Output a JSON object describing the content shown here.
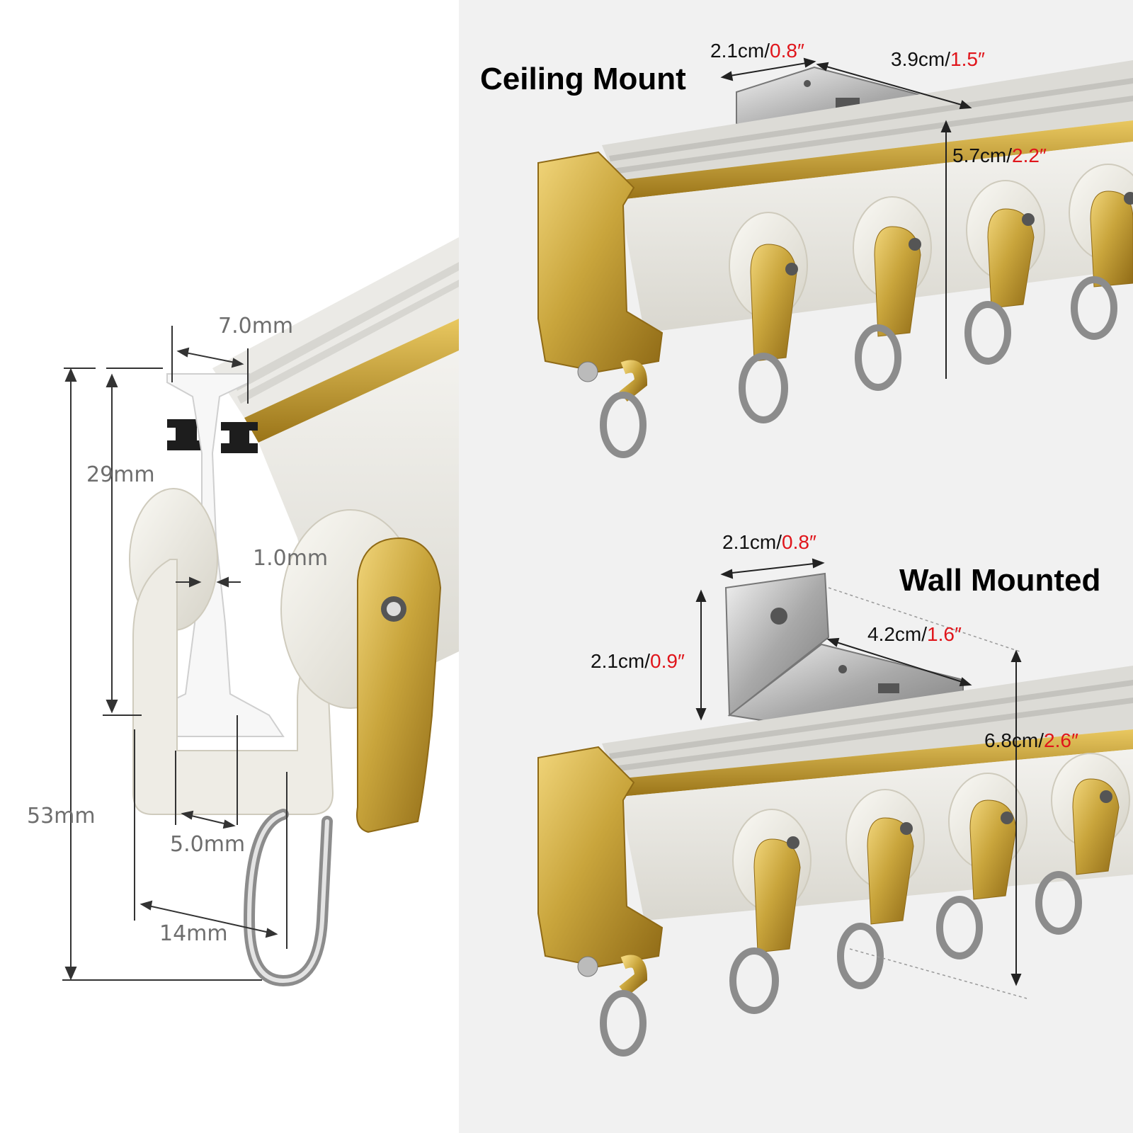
{
  "colors": {
    "background": "#ffffff",
    "panel_right": "#f1f1f1",
    "rail_white": "#e6e4dd",
    "gold": "#c9a53c",
    "gold_dark": "#a98325",
    "steel": "#b8b8b8",
    "dimension_text_left": "#6e6e6e",
    "dimension_text_right": "#111111",
    "inch_value": "#e0151b"
  },
  "profile_dimensions": {
    "top_width": "7.0mm",
    "slot_height": "29mm",
    "web_thickness": "1.0mm",
    "total_height": "53mm",
    "base_lip": "5.0mm",
    "base_width": "14mm"
  },
  "ceiling_mount": {
    "heading": "Ceiling Mount",
    "bracket_width": {
      "cm": "2.1cm/",
      "in": "0.8″"
    },
    "bracket_length": {
      "cm": "3.9cm/",
      "in": "1.5″"
    },
    "total_height": {
      "cm": "5.7cm/",
      "in": "2.2″"
    }
  },
  "wall_mount": {
    "heading": "Wall Mounted",
    "bracket_width": {
      "cm": "2.1cm/",
      "in": "0.8″"
    },
    "bracket_height": {
      "cm": "2.1cm/",
      "in": "0.9″"
    },
    "bracket_length": {
      "cm": "4.2cm/",
      "in": "1.6″"
    },
    "total_height": {
      "cm": "6.8cm/",
      "in": "2.6″"
    }
  }
}
